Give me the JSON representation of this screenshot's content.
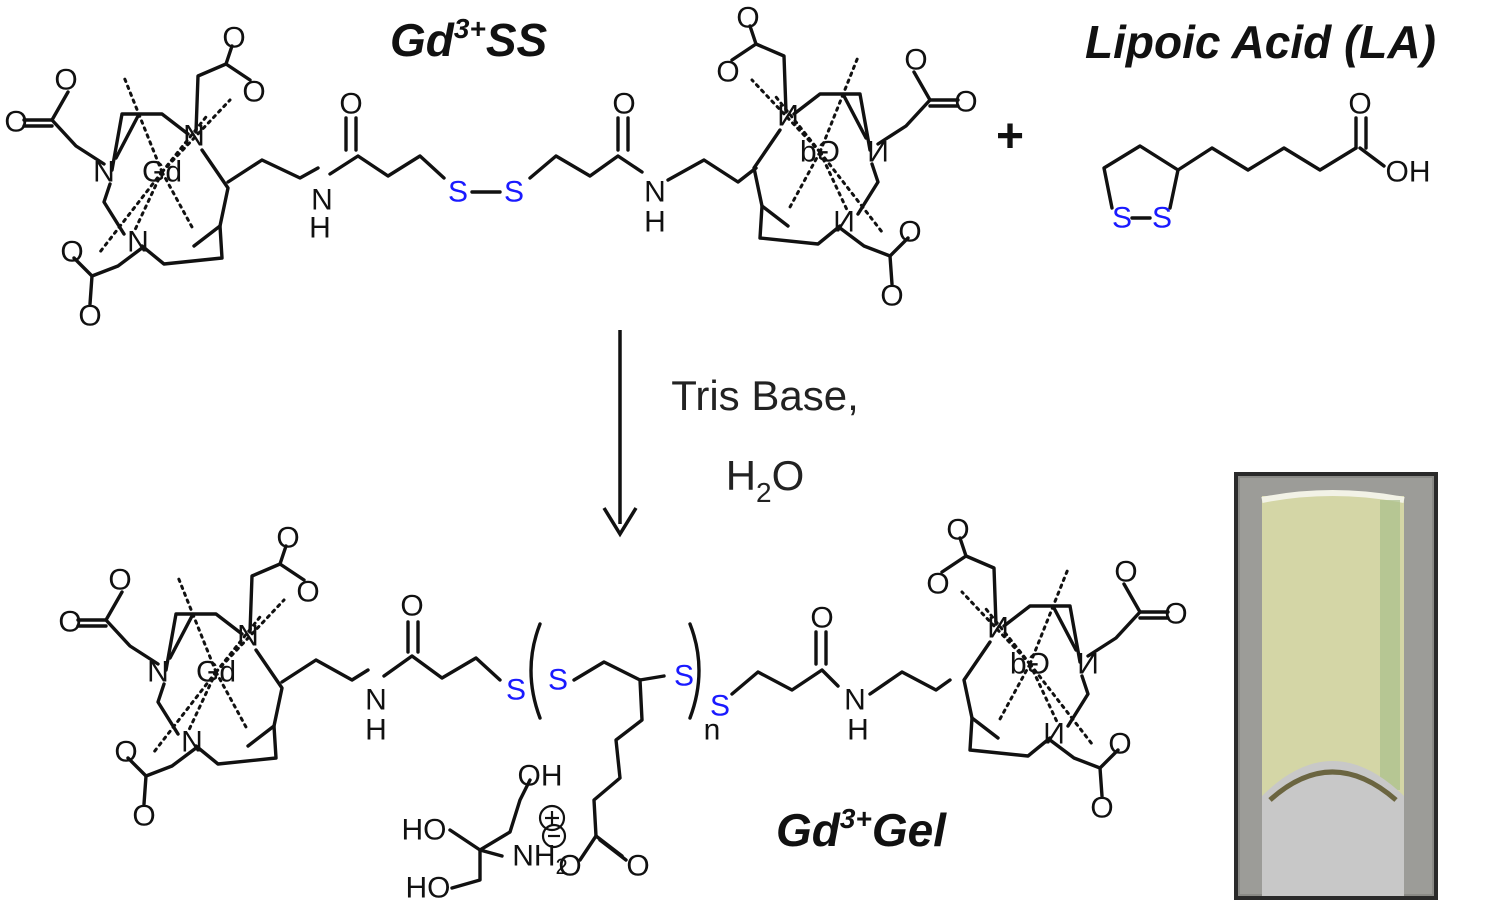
{
  "labels": {
    "reactant1": "Gd",
    "reactant1_sup": "3+",
    "reactant1_tail": "SS",
    "reactant2": "Lipoic Acid (LA)",
    "plus": "+",
    "condition_line1": "Tris Base,",
    "condition_line2_a": "H",
    "condition_line2_sub": "2",
    "condition_line2_b": "O",
    "product": "Gd",
    "product_sup": "3+",
    "product_tail": "Gel",
    "repeat_index": "n"
  },
  "atoms": {
    "gd": "Gd",
    "n": "N",
    "o": "O",
    "s": "S",
    "h": "H",
    "oh": "OH",
    "ho": "HO",
    "nh2": "NH",
    "nh2_sub": "2"
  },
  "colors": {
    "sulfur": "#1a1aff",
    "bond": "#111111",
    "vial_frame": "#2a2a2a",
    "gel": "#d4d6a6"
  },
  "icons": {
    "charge_plus": "circled-plus-icon",
    "charge_minus": "circled-minus-icon",
    "reaction_arrow": "down-arrow-icon"
  }
}
